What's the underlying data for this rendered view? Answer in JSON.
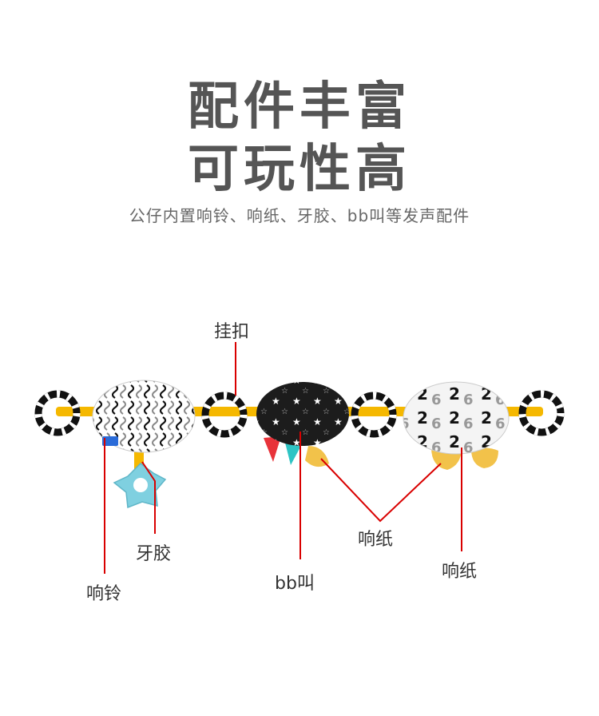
{
  "header": {
    "title_line1": "配件丰富",
    "title_line2": "可玩性高",
    "subtitle": "公仔内置响铃、响纸、牙胶、bb叫等发声配件"
  },
  "callouts": {
    "clip": "挂扣",
    "teether": "牙胶",
    "bell": "响铃",
    "squeaker": "bb叫",
    "crinkle_paper_1": "响纸",
    "crinkle_paper_2": "响纸"
  },
  "colors": {
    "callout_line": "#d90000",
    "headline": "#555555",
    "strap": "#f5b800",
    "teether": "#7fd0e0",
    "crinkle_tab": "#f2c24a"
  }
}
